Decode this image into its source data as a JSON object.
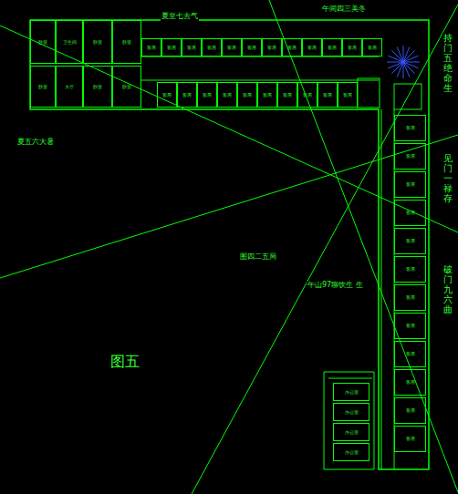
{
  "diagram": {
    "nodes": [
      {
        "text": [
          "卧室"
        ]
      },
      {
        "text": [
          "卫生间"
        ]
      },
      {
        "text": [
          "卧室"
        ]
      },
      {
        "text": [
          "卧室"
        ]
      },
      {
        "text": [
          "卧室"
        ]
      },
      {
        "text": [
          "大厅"
        ]
      },
      {
        "text": [
          "卧室"
        ]
      },
      {
        "text": [
          "卧室"
        ]
      },
      {
        "text": [
          "客房"
        ]
      },
      {
        "text": [
          "客房"
        ]
      },
      {
        "text": [
          "客房"
        ]
      },
      {
        "text": [
          "客房"
        ]
      },
      {
        "text": [
          "客房"
        ]
      },
      {
        "text": [
          "客房"
        ]
      },
      {
        "text": [
          "客房"
        ]
      },
      {
        "text": [
          "客房"
        ]
      },
      {
        "text": [
          "客房"
        ]
      },
      {
        "text": [
          "客房"
        ]
      },
      {
        "text": [
          "客房"
        ]
      },
      {
        "text": [
          "客房"
        ]
      },
      {
        "text": [
          "客房"
        ]
      },
      {
        "text": [
          "客房"
        ]
      },
      {
        "text": [
          "客房"
        ]
      },
      {
        "text": [
          "客房"
        ]
      },
      {
        "text": [
          "客房"
        ]
      },
      {
        "text": [
          "客房"
        ]
      },
      {
        "text": [
          "客房"
        ]
      },
      {
        "text": [
          "客房"
        ]
      },
      {
        "text": [
          "客房"
        ]
      },
      {
        "text": [
          "客房"
        ]
      },
      {
        "text": [
          "客房"
        ]
      },
      {
        "text": [
          "客房"
        ]
      },
      {
        "text": [
          "客房"
        ]
      },
      {
        "text": [
          "客房"
        ]
      },
      {
        "text": [
          "客房"
        ]
      },
      {
        "text": [
          "客房"
        ]
      },
      {
        "text": [
          "客房"
        ]
      },
      {
        "text": [
          "客房"
        ]
      },
      {
        "text": [
          "客房"
        ]
      },
      {
        "text": [
          "客房"
        ]
      },
      {
        "text": [
          "客房"
        ]
      },
      {
        "text": [
          "客房"
        ]
      },
      {
        "text": [
          "办公室"
        ]
      },
      {
        "text": [
          "办公室"
        ]
      },
      {
        "text": [
          "办公室"
        ]
      },
      {
        "text": [
          "办公室"
        ]
      }
    ],
    "labels": [
      "夏至七去气",
      "午间四三美冬",
      "夏五六大暑",
      "图四二五局",
      "午山97聊饮生 生",
      "持门五绝命生",
      "见门一禄存",
      "破门九六曲",
      "图五"
    ]
  }
}
